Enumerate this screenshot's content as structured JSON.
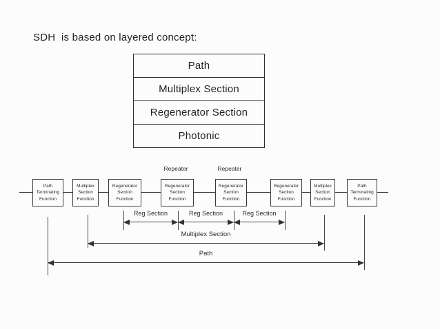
{
  "title": "SDH  is based on layered concept:",
  "layer_stack": {
    "rows": [
      "Path",
      "Multiplex Section",
      "Regenerator Section",
      "Photonic"
    ]
  },
  "chain": {
    "repeater_labels": [
      "Repeater",
      "Repeater"
    ],
    "boxes": [
      {
        "text": "Path\nTerminating\nFunction"
      },
      {
        "text": "Multiplex\nSection\nFunction"
      },
      {
        "text": "Regenerator\nSection\nFunction"
      },
      {
        "text": "Regenerator\nSection\nFunction"
      },
      {
        "text": "Regenerator\nSection\nFunction"
      },
      {
        "text": "Regenerator\nSection\nFunction"
      },
      {
        "text": "Multiplex\nSection\nFunction"
      },
      {
        "text": "Path\nTerminating\nFunction"
      }
    ]
  },
  "dimensions": {
    "reg_sections": [
      "Reg Section",
      "Reg Section",
      "Reg Section"
    ],
    "multiplex_section": "Multiplex Section",
    "path": "Path"
  },
  "colors": {
    "ink": "#2c2c2c",
    "background": "#fcfcfc"
  }
}
